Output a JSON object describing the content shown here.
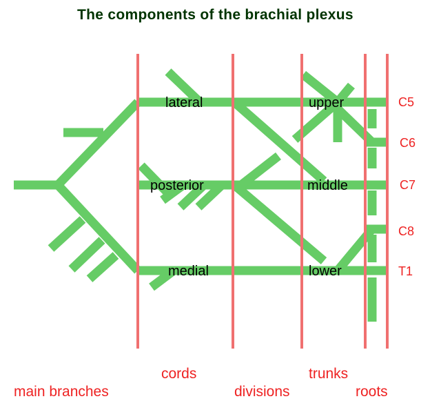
{
  "title": "The components of the brachial plexus",
  "colors": {
    "nerve": "#66cc66",
    "divider": "#f07070",
    "label_red": "#ee2222",
    "text_dark": "#000000",
    "title": "#003300"
  },
  "roots": [
    "C5",
    "C6",
    "C7",
    "C8",
    "T1"
  ],
  "trunks": {
    "upper": "upper",
    "middle": "middle",
    "lower": "lower"
  },
  "cords": {
    "lateral": "lateral",
    "posterior": "posterior",
    "medial": "medial"
  },
  "sections": {
    "main_branches": "main branches",
    "cords": "cords",
    "divisions": "divisions",
    "trunks": "trunks",
    "roots": "roots"
  }
}
